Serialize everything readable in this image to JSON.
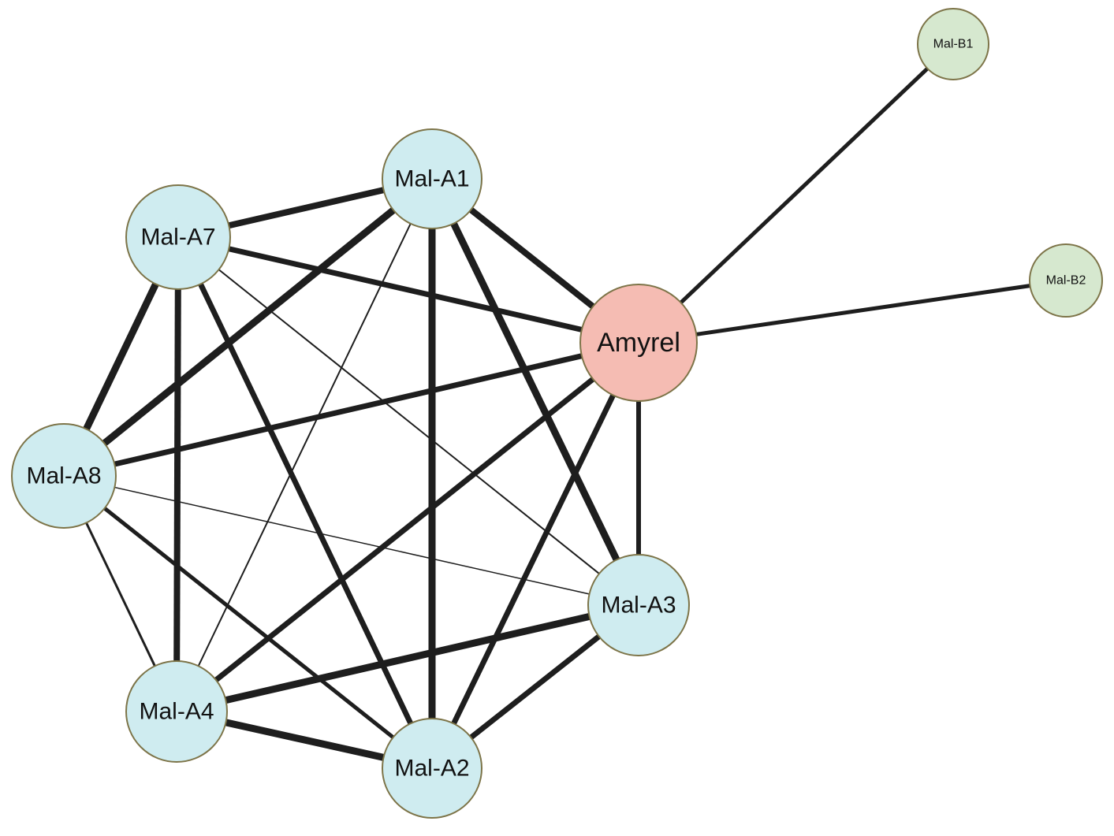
{
  "network": {
    "colors": {
      "group_a": "#cfecf0",
      "core": "#f5bcb3",
      "group_b": "#d6e8cf",
      "edge": "#1e1e1e",
      "node_border": "#7d7448"
    },
    "nodes": [
      {
        "id": "A1",
        "label": "Mal-A1",
        "group": "group_a"
      },
      {
        "id": "A7",
        "label": "Mal-A7",
        "group": "group_a"
      },
      {
        "id": "A8",
        "label": "Mal-A8",
        "group": "group_a"
      },
      {
        "id": "A4",
        "label": "Mal-A4",
        "group": "group_a"
      },
      {
        "id": "A2",
        "label": "Mal-A2",
        "group": "group_a"
      },
      {
        "id": "A3",
        "label": "Mal-A3",
        "group": "group_a"
      },
      {
        "id": "AM",
        "label": "Amyrel",
        "group": "core"
      },
      {
        "id": "B1",
        "label": "Mal-B1",
        "group": "group_b"
      },
      {
        "id": "B2",
        "label": "Mal-B2",
        "group": "group_b"
      }
    ],
    "edges": [
      {
        "source": "A7",
        "target": "A1",
        "weight": 8
      },
      {
        "source": "A1",
        "target": "AM",
        "weight": 8
      },
      {
        "source": "A1",
        "target": "A8",
        "weight": 9
      },
      {
        "source": "A1",
        "target": "A4",
        "weight": 2
      },
      {
        "source": "A1",
        "target": "A2",
        "weight": 9
      },
      {
        "source": "A1",
        "target": "A3",
        "weight": 9
      },
      {
        "source": "A7",
        "target": "AM",
        "weight": 7
      },
      {
        "source": "A7",
        "target": "A8",
        "weight": 9
      },
      {
        "source": "A7",
        "target": "A4",
        "weight": 8
      },
      {
        "source": "A7",
        "target": "A2",
        "weight": 7
      },
      {
        "source": "A7",
        "target": "A3",
        "weight": 2
      },
      {
        "source": "A8",
        "target": "AM",
        "weight": 7
      },
      {
        "source": "A8",
        "target": "A3",
        "weight": 1.5
      },
      {
        "source": "A8",
        "target": "A4",
        "weight": 3
      },
      {
        "source": "A8",
        "target": "A2",
        "weight": 5
      },
      {
        "source": "AM",
        "target": "A4",
        "weight": 7
      },
      {
        "source": "AM",
        "target": "A2",
        "weight": 7
      },
      {
        "source": "AM",
        "target": "A3",
        "weight": 6
      },
      {
        "source": "A4",
        "target": "A3",
        "weight": 9
      },
      {
        "source": "A4",
        "target": "A2",
        "weight": 9
      },
      {
        "source": "A2",
        "target": "A3",
        "weight": 7
      },
      {
        "source": "AM",
        "target": "B1",
        "weight": 5
      },
      {
        "source": "AM",
        "target": "B2",
        "weight": 5
      }
    ]
  }
}
